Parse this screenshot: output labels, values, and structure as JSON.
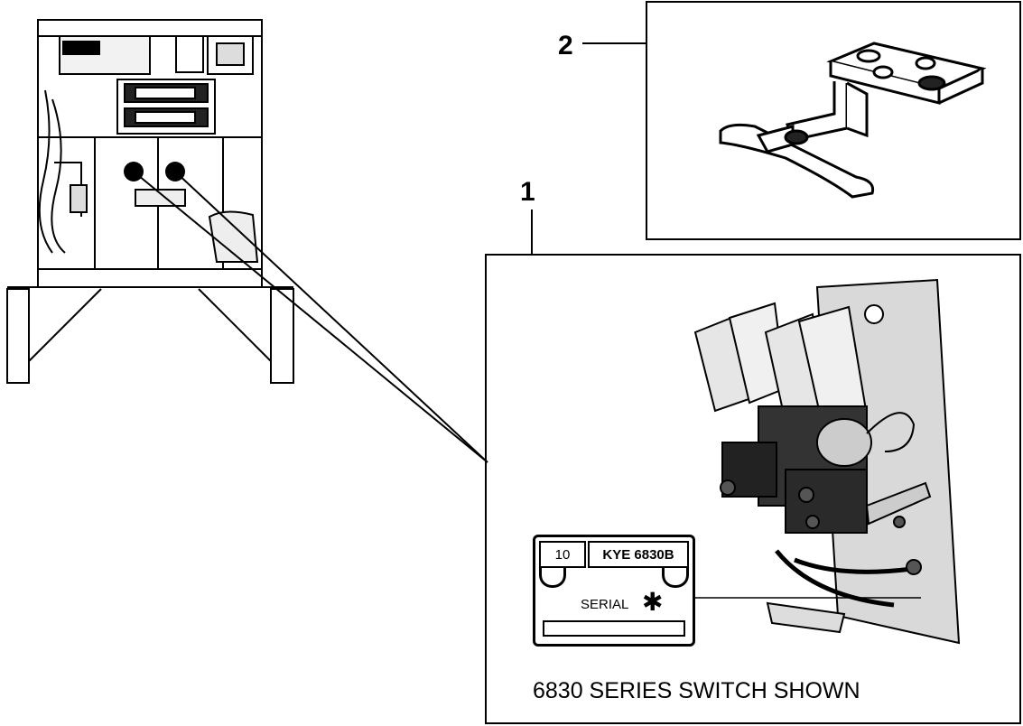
{
  "callouts": {
    "one": "1",
    "two": "2"
  },
  "nameplate": {
    "number": "10",
    "model": "KYE 6830B",
    "serial_label": "SERIAL",
    "serial_mark": "✱"
  },
  "caption": "6830 SERIES SWITCH SHOWN",
  "colors": {
    "line": "#000000",
    "plate_fill": "#d9d9d9",
    "dark": "#222222"
  }
}
